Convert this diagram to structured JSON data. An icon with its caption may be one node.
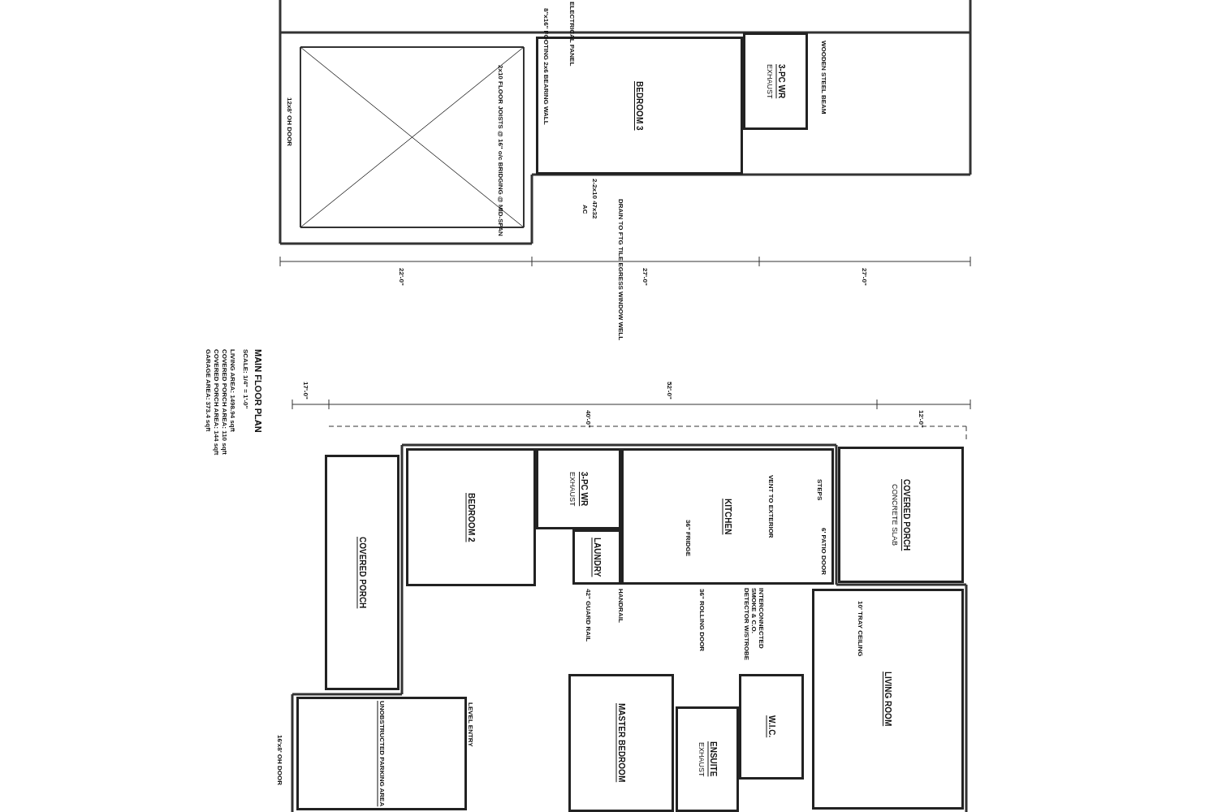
{
  "diagram": {
    "title": "MAIN FLOOR PLAN",
    "nodes": [
      {
        "text": [
          "BEDROOM 3"
        ]
      },
      {
        "text": [
          "3-PC WR",
          "EXHAUST"
        ]
      },
      {
        "text": [
          "COVERED PORCH"
        ]
      },
      {
        "text": [
          "BEDROOM 2"
        ]
      },
      {
        "text": [
          "3-PC WR",
          "EXHAUST"
        ]
      },
      {
        "text": [
          "LAUNDRY"
        ]
      },
      {
        "text": [
          "KITCHEN"
        ]
      },
      {
        "text": [
          "COVERED PORCH",
          "CONCRETE SLAB"
        ]
      },
      {
        "text": [
          "LIVING ROOM"
        ]
      },
      {
        "text": [
          "MASTER BEDROOM"
        ]
      },
      {
        "text": [
          "W.I.C."
        ]
      },
      {
        "text": [
          "ENSUITE",
          "EXHAUST"
        ]
      },
      {
        "text": [
          "UNOBSTRUCTED PARKING AREA"
        ]
      }
    ],
    "labels": [
      "ELECTRICAL PANEL",
      "8\"x16\" FOOTING 2x6 BEARING WALL",
      "WOODEN STEEL BEAM",
      "2x10 FLOOR JOISTS @ 16\" o/c BRIDGING @ MID-SPAN",
      "2-2x10 47x32",
      "DRAIN TO FTG TILE EGRESS WINDOW WELL",
      "AC",
      "12x8' OH DOOR",
      "22'-0\"",
      "27'-0\"",
      "27'-0\"",
      "SCALE: 1/4\" = 1'-0\"",
      "LIVING AREA: 1498.94 sqft",
      "COVERED PORCH AREA: 110 sqft",
      "COVERED PORCH AREA: 144 sqft",
      "GARAGE AREA: 373.4 sqft",
      "17'-0\"",
      "52'-0\"",
      "40'-0\"",
      "12'-0\"",
      "VENT TO EXTERIOR",
      "36\" FRIDGE",
      "42\" GUARD RAIL",
      "HANDRAIL",
      "36\" ROLLING DOOR",
      "INTERCONNECTED SMOKE & C.O. DETECTOR W/STROBE",
      "LEVEL ENTRY",
      "STEPS",
      "6' PATIO DOOR",
      "10' TRAY CEILING",
      "16'x8' OH DOOR"
    ]
  }
}
